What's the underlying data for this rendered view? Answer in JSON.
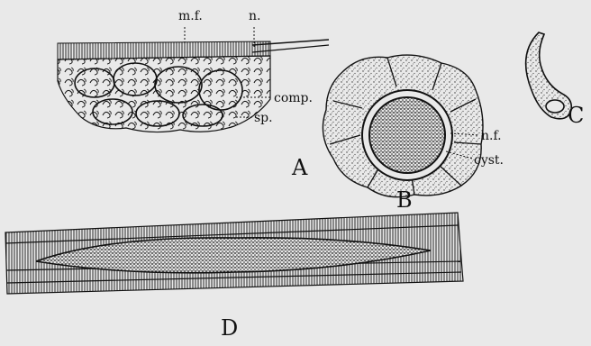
{
  "figure": {
    "panel_labels": {
      "a": "A",
      "b": "B",
      "c": "C",
      "d": "D"
    },
    "annotations": {
      "mf": "m.f.",
      "n": "n.",
      "comp": "comp.",
      "sp": "sp.",
      "nf": "n.f.",
      "cyst": "cyst."
    }
  }
}
